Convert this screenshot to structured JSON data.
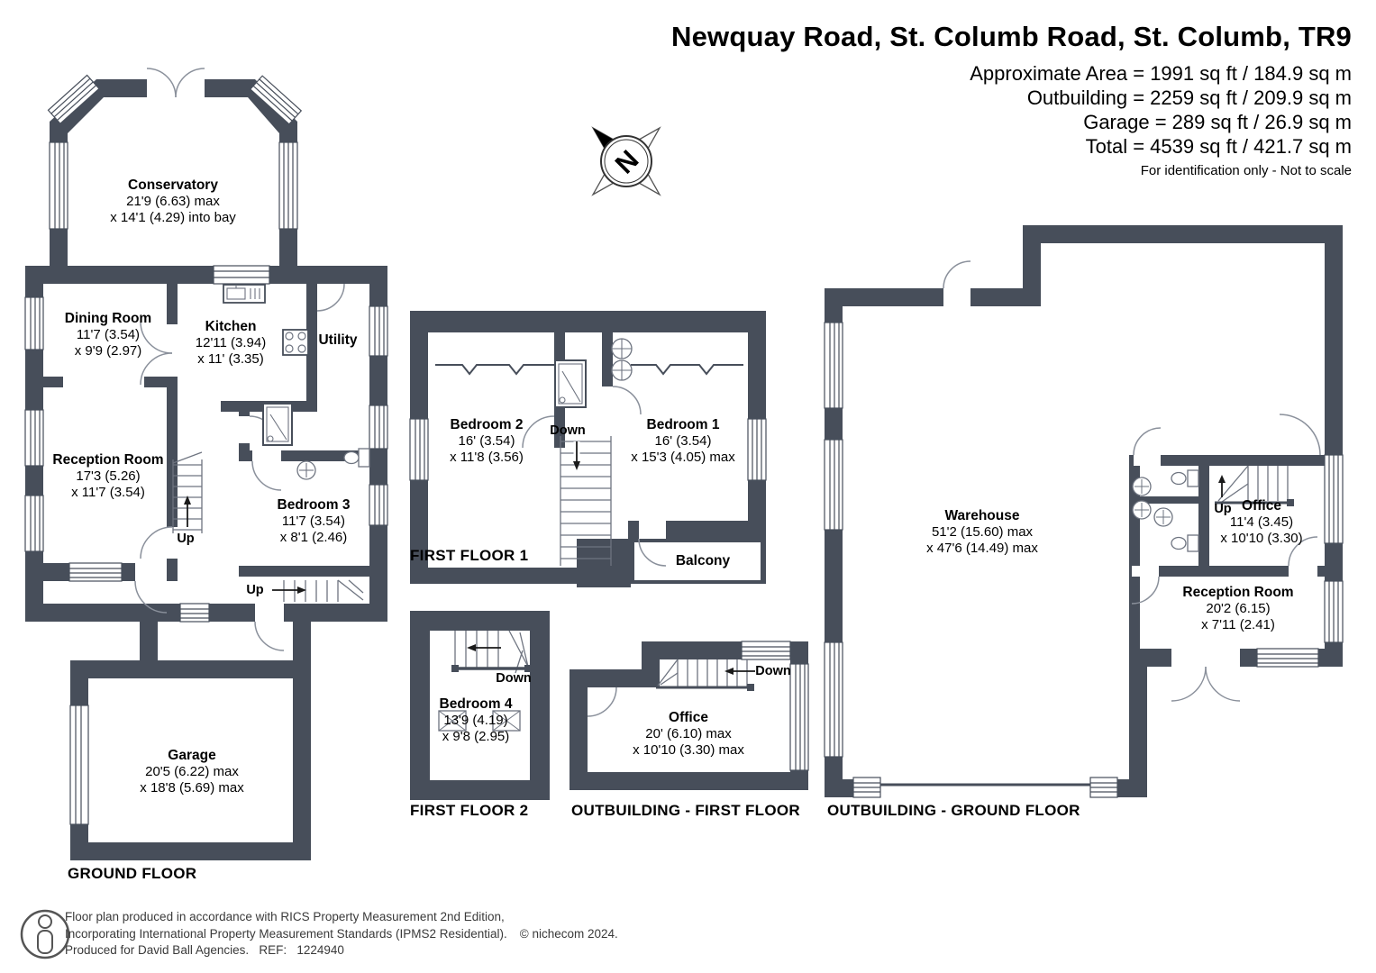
{
  "colors": {
    "wall": "#474e5a",
    "thin_line": "#8a909b",
    "text": "#000000"
  },
  "header": {
    "title": "Newquay Road, St. Columb Road, St. Columb, TR9",
    "area_lines": [
      "Approximate Area = 1991 sq ft / 184.9 sq m",
      "Outbuilding = 2259 sq ft / 209.9 sq m",
      "Garage = 289 sq ft / 26.9 sq m",
      "Total = 4539 sq ft / 421.7 sq m"
    ],
    "disclaimer": "For identification only - Not to scale"
  },
  "compass": {
    "north": "N"
  },
  "stairs": {
    "up": "Up",
    "down": "Down"
  },
  "plans": {
    "ground_floor": {
      "label": "GROUND FLOOR",
      "rooms": {
        "conservatory": {
          "name": "Conservatory",
          "dim1": "21'9 (6.63) max",
          "dim2": "x 14'1 (4.29) into bay"
        },
        "dining_room": {
          "name": "Dining Room",
          "dim1": "11'7 (3.54)",
          "dim2": "x 9'9 (2.97)"
        },
        "kitchen": {
          "name": "Kitchen",
          "dim1": "12'11 (3.94)",
          "dim2": "x 11' (3.35)"
        },
        "utility": {
          "name": "Utility"
        },
        "reception_room": {
          "name": "Reception Room",
          "dim1": "17'3 (5.26)",
          "dim2": "x 11'7 (3.54)"
        },
        "bedroom_3": {
          "name": "Bedroom 3",
          "dim1": "11'7 (3.54)",
          "dim2": "x 8'1 (2.46)"
        },
        "garage": {
          "name": "Garage",
          "dim1": "20'5 (6.22) max",
          "dim2": "x 18'8 (5.69) max"
        }
      }
    },
    "first_floor_1": {
      "label": "FIRST FLOOR 1",
      "rooms": {
        "bedroom_2": {
          "name": "Bedroom 2",
          "dim1": "16' (3.54)",
          "dim2": "x 11'8 (3.56)"
        },
        "bedroom_1": {
          "name": "Bedroom 1",
          "dim1": "16' (3.54)",
          "dim2": "x 15'3 (4.05) max"
        },
        "balcony": {
          "name": "Balcony"
        }
      }
    },
    "first_floor_2": {
      "label": "FIRST FLOOR 2",
      "rooms": {
        "bedroom_4": {
          "name": "Bedroom 4",
          "dim1": "13'9 (4.19)",
          "dim2": "x 9'8 (2.95)"
        }
      }
    },
    "outbuilding_first_floor": {
      "label": "OUTBUILDING - FIRST FLOOR",
      "rooms": {
        "office": {
          "name": "Office",
          "dim1": "20' (6.10) max",
          "dim2": "x 10'10 (3.30) max"
        }
      }
    },
    "outbuilding_ground_floor": {
      "label": "OUTBUILDING - GROUND FLOOR",
      "rooms": {
        "warehouse": {
          "name": "Warehouse",
          "dim1": "51'2 (15.60) max",
          "dim2": "x 47'6 (14.49) max"
        },
        "office": {
          "name": "Office",
          "dim1": "11'4 (3.45)",
          "dim2": "x 10'10 (3.30)"
        },
        "reception_room": {
          "name": "Reception Room",
          "dim1": "20'2 (6.15)",
          "dim2": "x 7'11 (2.41)"
        }
      }
    }
  },
  "footer": {
    "line1": "Floor plan produced in accordance with RICS Property Measurement 2nd Edition,",
    "line2": "Incorporating International Property Measurement Standards (IPMS2 Residential).",
    "copyright": "© nichecom 2024.",
    "line3": "Produced for David Ball Agencies.   REF:   1224940"
  }
}
